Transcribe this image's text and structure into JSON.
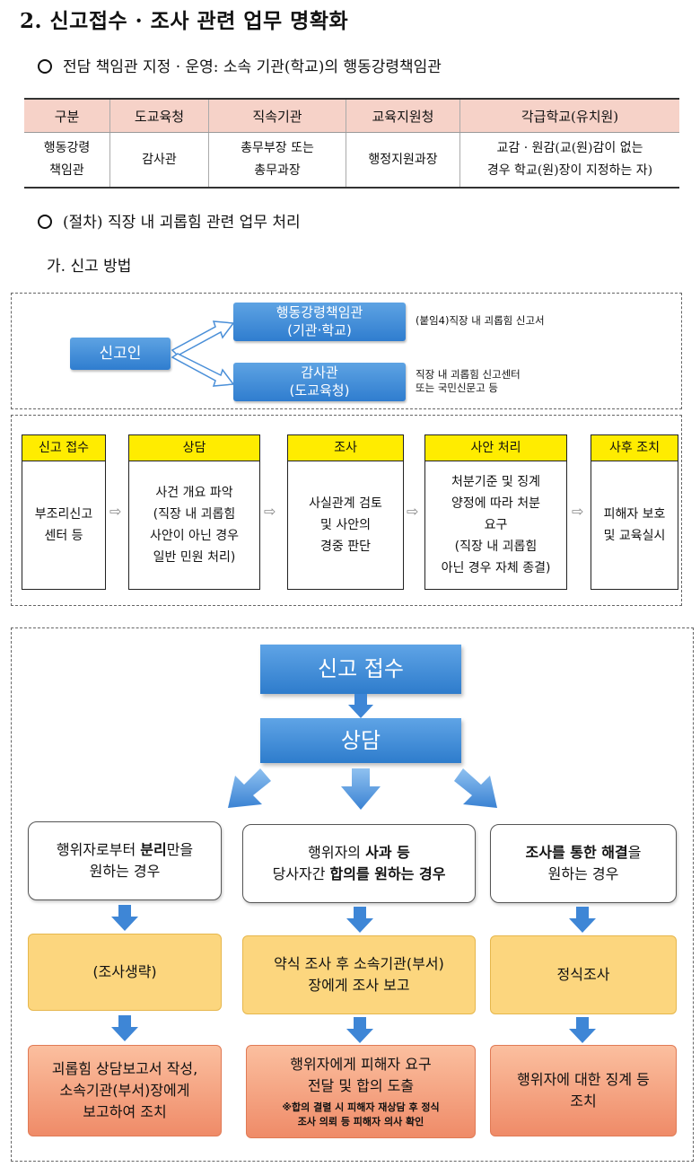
{
  "title": "2. 신고접수 · 조사 관련 업무 명확화",
  "bullet1": "전담 책임관 지정 · 운영: 소속 기관(학교)의 행동강령책임관",
  "table": {
    "headers": [
      "구분",
      "도교육청",
      "직속기관",
      "교육지원청",
      "각급학교(유치원)"
    ],
    "row": {
      "c0a": "행동강령",
      "c0b": "책임관",
      "c1": "감사관",
      "c2a": "총무부장 또는",
      "c2b": "총무과장",
      "c3": "행정지원과장",
      "c4a": "교감 · 원감(교(원)감이 없는",
      "c4b": "경우 학교(원)장이 지정하는 자)"
    }
  },
  "bullet2": "(절차) 직장 내 괴롭힘 관련 업무 처리",
  "subheading": "가. 신고 방법",
  "method": {
    "reporter": "신고인",
    "officer_a": "행동강령책임관",
    "officer_b": "(기관·학교)",
    "auditor_a": "감사관",
    "auditor_b": "(도교육청)",
    "note1": "(붙임4)직장 내 괴롭힘 신고서",
    "note2a": "직장 내 괴롭힘 신고센터",
    "note2b": "또는 국민신문고 등"
  },
  "steps": [
    {
      "head": "신고 접수",
      "l1": "부조리신고",
      "l2": "센터 등",
      "l3": "",
      "l4": "",
      "l5": "",
      "l6": ""
    },
    {
      "head": "상담",
      "l1": "사건 개요 파악",
      "l2": "(직장 내 괴롭힘",
      "l3": "사안이 아닌 경우",
      "l4": "일반 민원 처리)",
      "l5": "",
      "l6": ""
    },
    {
      "head": "조사",
      "l1": "사실관계 검토",
      "l2": "및 사안의",
      "l3": "경중 판단",
      "l4": "",
      "l5": "",
      "l6": ""
    },
    {
      "head": "사안 처리",
      "l1": "처분기준 및 징계",
      "l2": "양정에 따라 처분",
      "l3": "요구",
      "l4": "(직장 내 괴롭힘",
      "l5": "아닌 경우 자체 종결)",
      "l6": ""
    },
    {
      "head": "사후 조치",
      "l1": "피해자 보호",
      "l2": "및 교육실시",
      "l3": "",
      "l4": "",
      "l5": "",
      "l6": ""
    }
  ],
  "step_arrow": "⇨",
  "flow": {
    "intake": "신고 접수",
    "counsel": "상담",
    "left": {
      "case_a": "행위자로부터 ",
      "case_b": "분리",
      "case_c": "만을",
      "case_d": "원하는 경우",
      "mid": "(조사생략)",
      "bottom_a": "괴롭힘 상담보고서 작성,",
      "bottom_b": "소속기관(부서)장에게",
      "bottom_c": "보고하여 조치"
    },
    "center": {
      "case_a": "행위자의 ",
      "case_b": "사과 등",
      "case_c": "당사자간 ",
      "case_d": "합의를 원하는 경우",
      "mid_a": "약식 조사 후 소속기관(부서)",
      "mid_b": "장에게 조사 보고",
      "bottom_a": "행위자에게 피해자 요구",
      "bottom_b": "전달 및 합의 도출",
      "note_a": "※합의 결렬 시 피해자 재상담 후 정식",
      "note_b": "조사 의뢰 등 피해자 의사 확인"
    },
    "right": {
      "case_a": "조사를 통한 해결",
      "case_b": "을",
      "case_c": "원하는 경우",
      "mid": "정식조사",
      "bottom_a": "행위자에 대한 징계 등",
      "bottom_b": "조치"
    }
  }
}
